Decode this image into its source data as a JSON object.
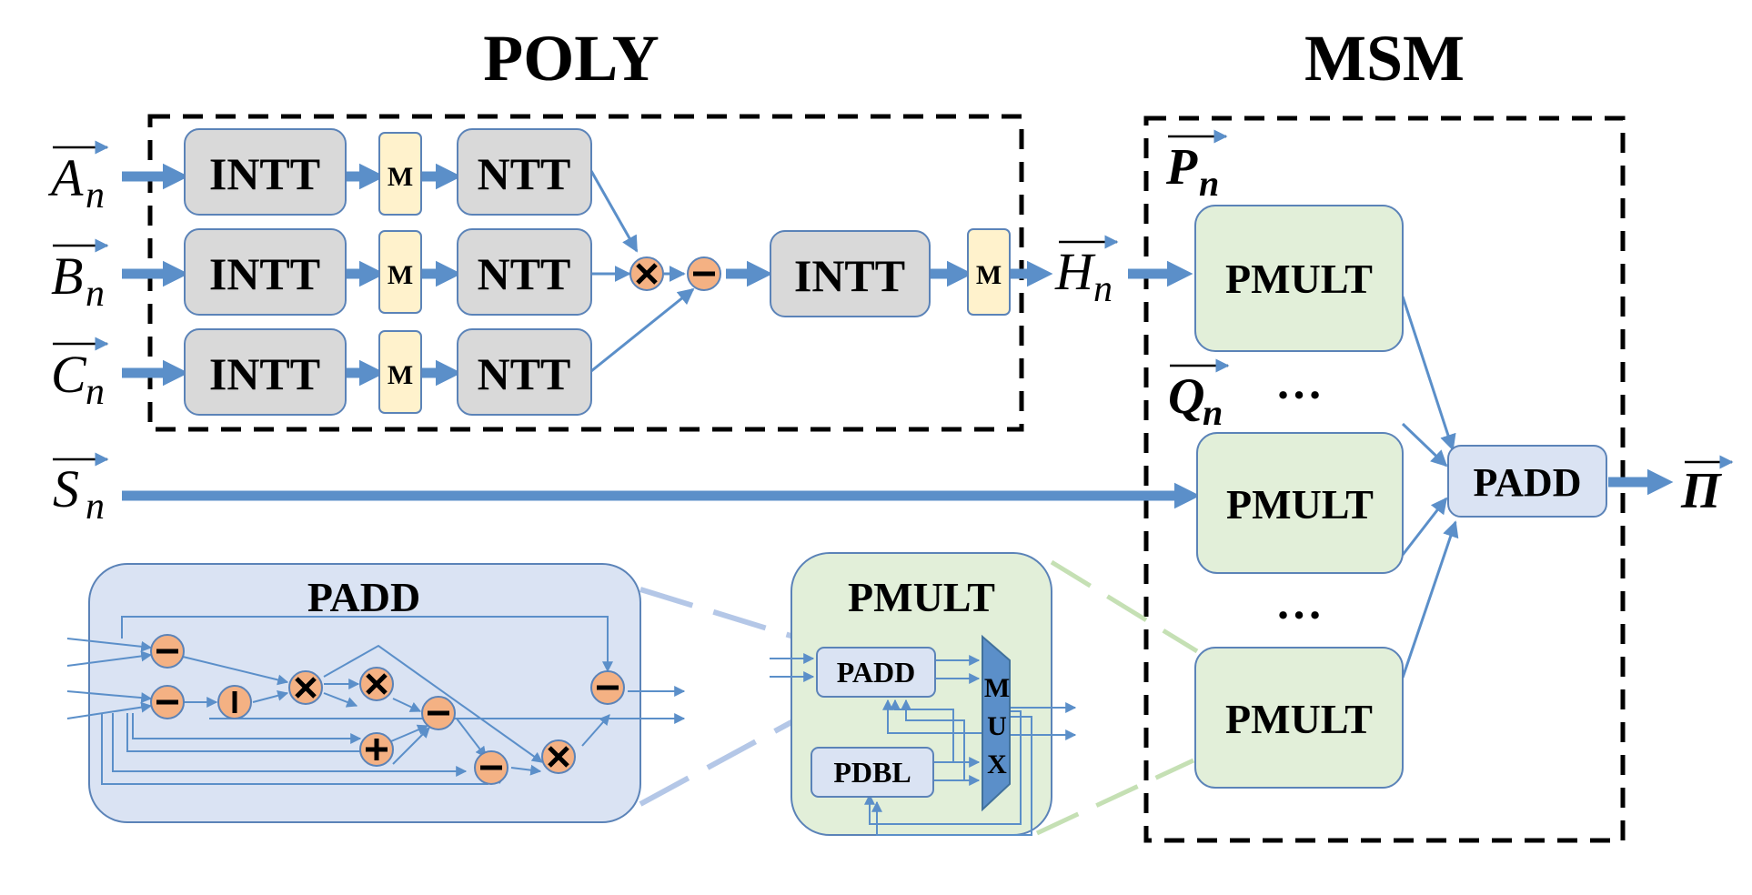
{
  "titles": {
    "poly": "POLY",
    "msm": "MSM"
  },
  "inputs": {
    "a": {
      "letter": "A",
      "sub": "n"
    },
    "b": {
      "letter": "B",
      "sub": "n"
    },
    "c": {
      "letter": "C",
      "sub": "n"
    },
    "s": {
      "letter": "S",
      "sub": "n"
    },
    "h": {
      "letter": "H",
      "sub": "n"
    },
    "p": {
      "letter": "P",
      "sub": "n"
    },
    "q": {
      "letter": "Q",
      "sub": "n"
    },
    "out": {
      "letter": "Π"
    }
  },
  "poly": {
    "intt": "INTT",
    "ntt": "NTT",
    "m": "M"
  },
  "msm": {
    "pmult": "PMULT",
    "padd": "PADD",
    "ellipsis": "…"
  },
  "padd_detail": {
    "title": "PADD"
  },
  "pmult_detail": {
    "title": "PMULT",
    "padd": "PADD",
    "pdbl": "PDBL",
    "mux": [
      "M",
      "U",
      "X"
    ]
  },
  "colors": {
    "arrow": "#5b8fc9",
    "block_gray": "#d9d9d9",
    "m_block": "#fff2cc",
    "pmult_green": "#e2efd9",
    "padd_lavender": "#dae3f3",
    "operator": "#f4b183",
    "mux": "#5b8fc9"
  }
}
